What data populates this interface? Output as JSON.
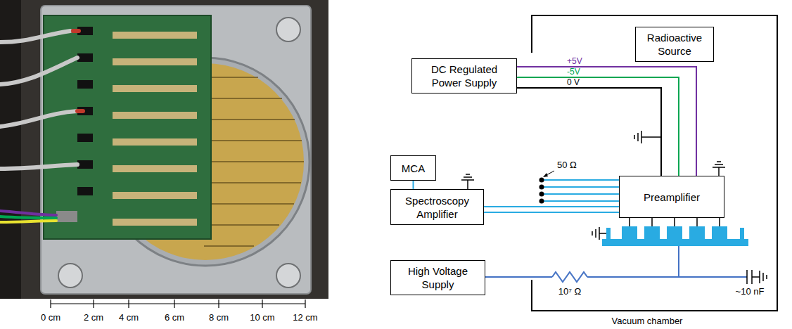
{
  "diagram": {
    "nodes": [
      {
        "text": [
          "Radioactive Source"
        ]
      },
      {
        "text": [
          "DC Regulated Power Supply"
        ]
      },
      {
        "text": [
          "MCA"
        ]
      },
      {
        "text": [
          "Preamplifier"
        ]
      },
      {
        "text": [
          "Spectroscopy Amplifier"
        ]
      },
      {
        "text": [
          "High Voltage Supply"
        ]
      }
    ],
    "edges": [
      {
        "from": 1,
        "to": 3,
        "arrow": "none",
        "label": "+5V"
      },
      {
        "from": 1,
        "to": 3,
        "arrow": "none",
        "label": "-5V"
      },
      {
        "from": 1,
        "to": 3,
        "arrow": "none",
        "label": "0 V"
      },
      {
        "from": 2,
        "to": 4,
        "arrow": "none"
      },
      {
        "from": 3,
        "to": 4,
        "arrow": "none"
      },
      {
        "from": 3,
        "to": 4,
        "arrow": "none"
      }
    ],
    "labels": [
      "50 Ω",
      "10⁷ Ω",
      "~10 nF",
      "Vacuum chamber",
      "0 cm",
      "2 cm",
      "4 cm",
      "6 cm",
      "8 cm",
      "10 cm",
      "12 cm"
    ]
  }
}
